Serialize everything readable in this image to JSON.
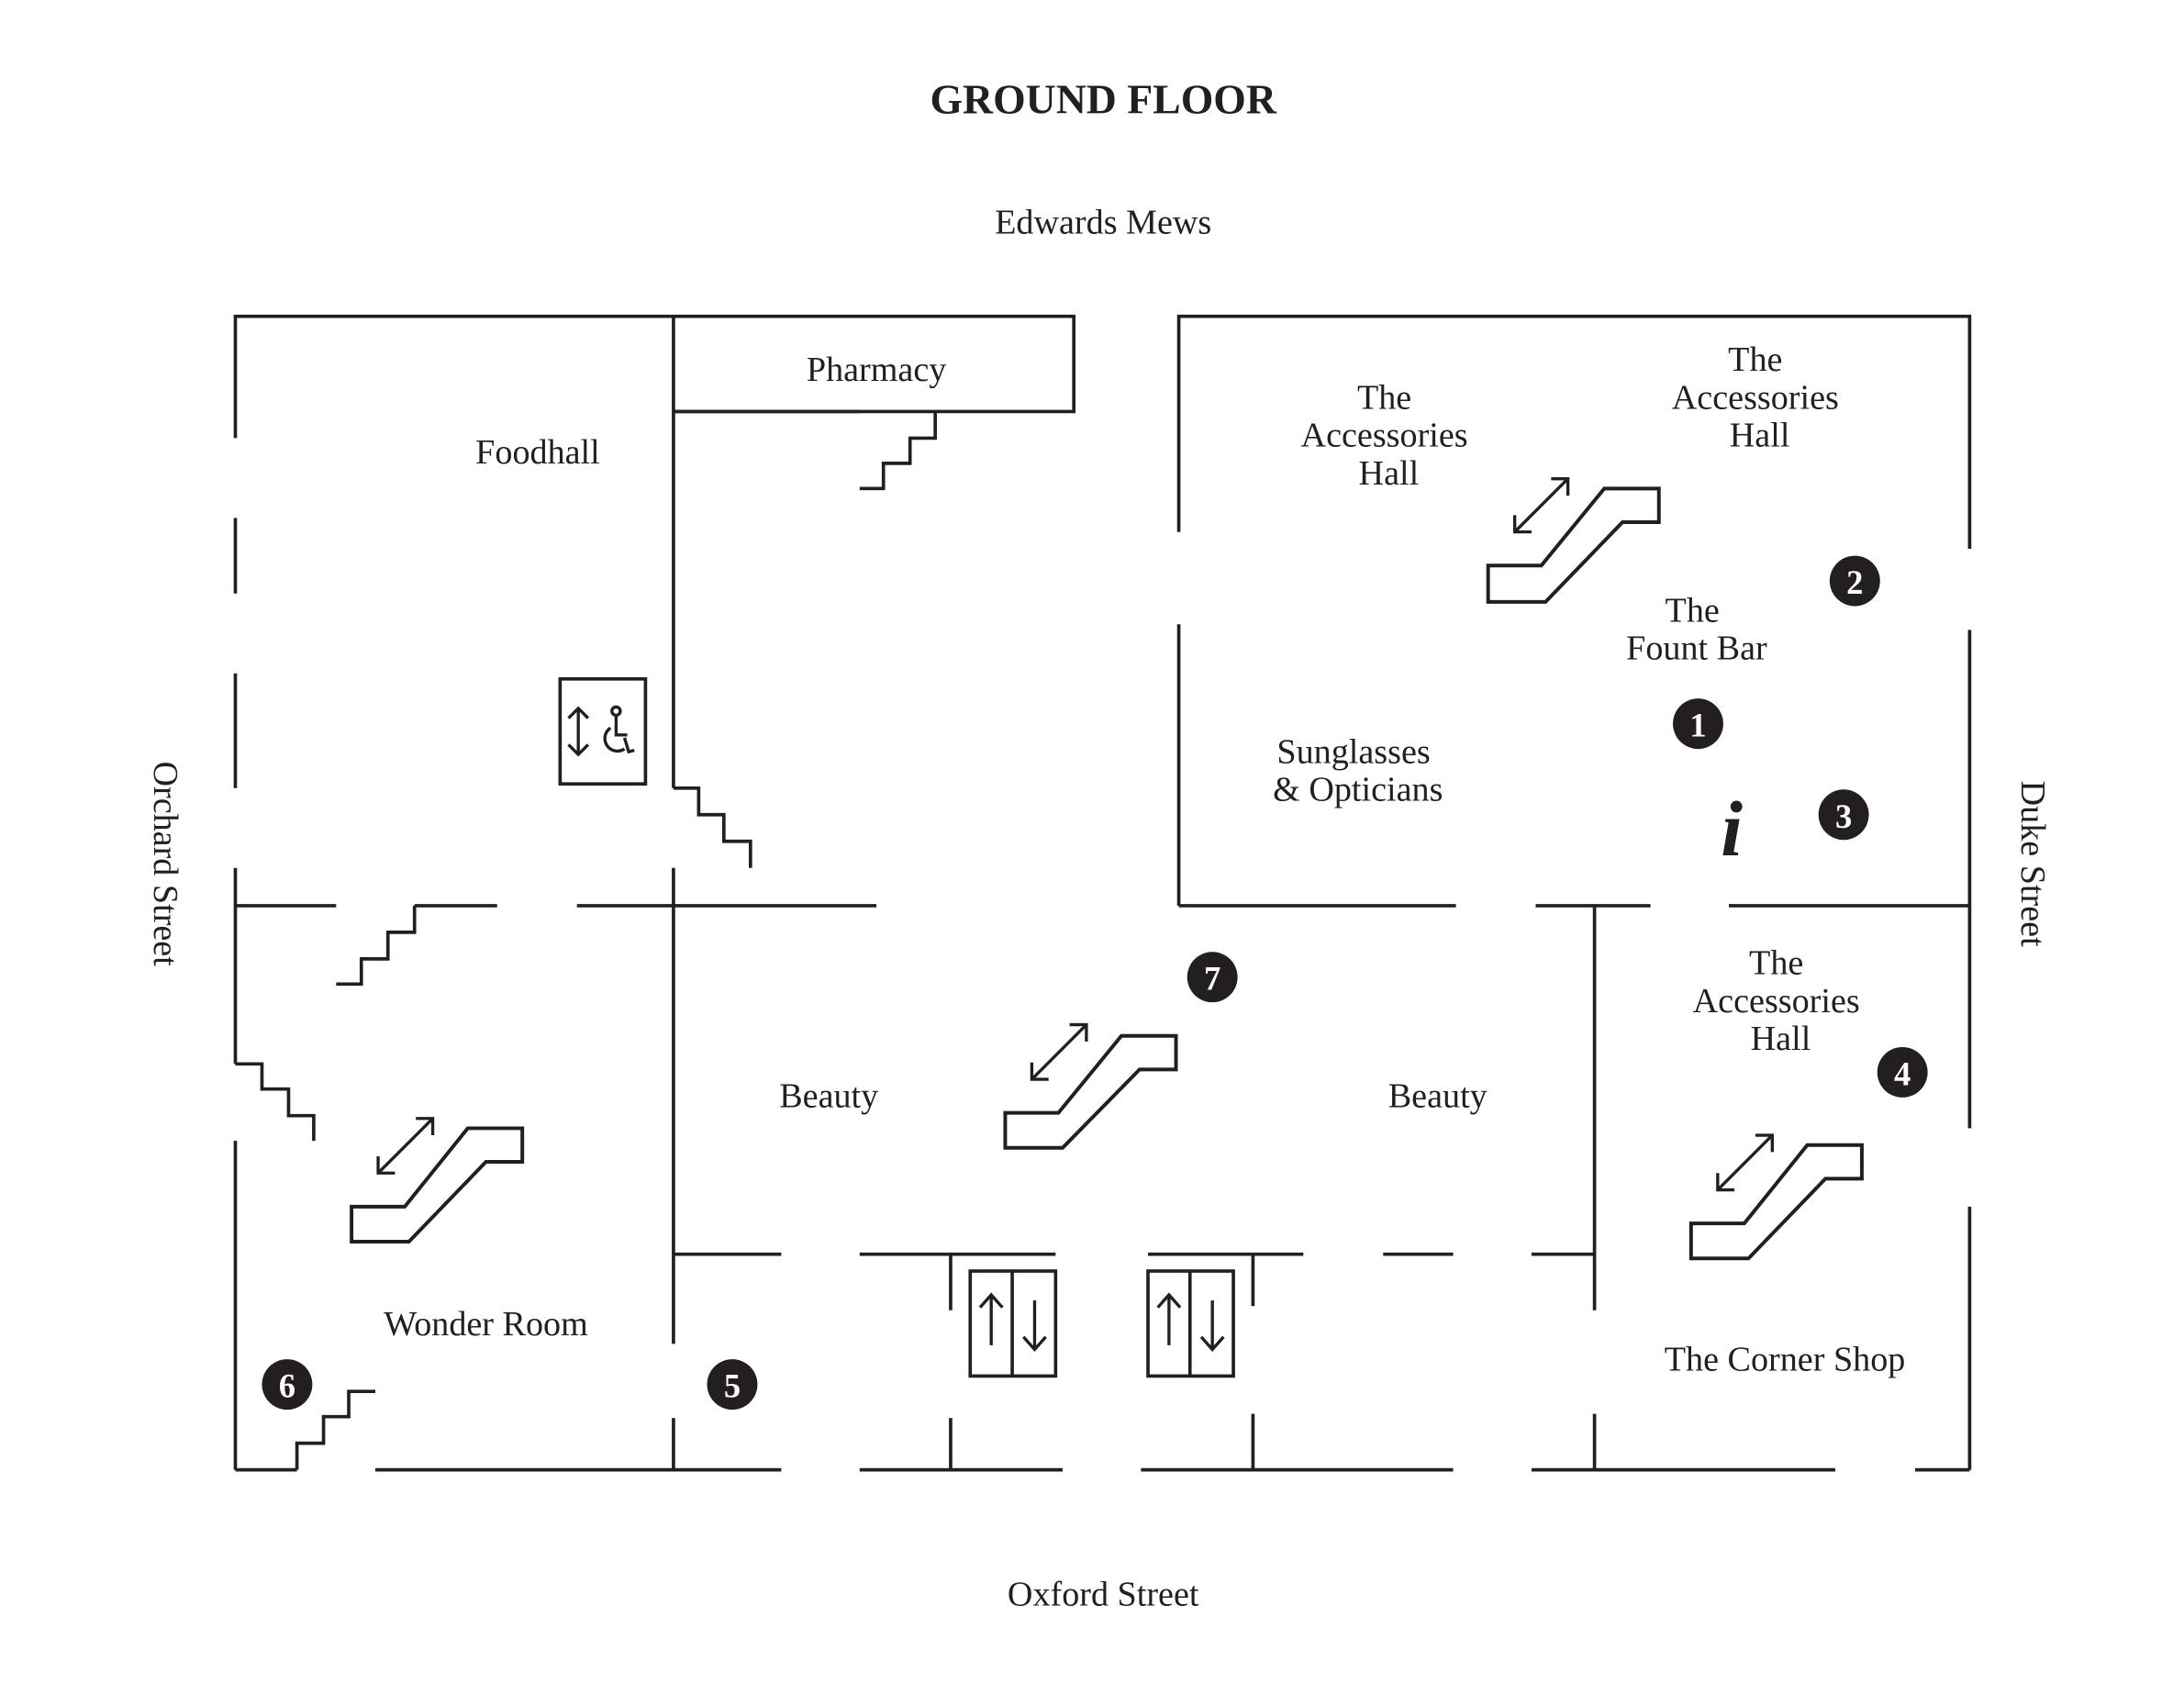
{
  "title": "GROUND FLOOR",
  "streets": {
    "north": "Edwards Mews",
    "south": "Oxford Street",
    "west": "Orchard Street",
    "east": "Duke Street"
  },
  "departments": {
    "pharmacy": "Pharmacy",
    "foodhall": "Foodhall",
    "accessories_hall_1": [
      "The",
      "Accessories",
      "Hall"
    ],
    "accessories_hall_2": [
      "The",
      "Accessories",
      "Hall"
    ],
    "accessories_hall_3": [
      "The",
      "Accessories",
      "Hall"
    ],
    "fount_bar": [
      "The",
      "Fount Bar"
    ],
    "sunglasses": [
      "Sunglasses",
      "& Opticians"
    ],
    "beauty_left": "Beauty",
    "beauty_right": "Beauty",
    "wonder_room": "Wonder Room",
    "corner_shop": "The Corner Shop"
  },
  "markers": [
    "1",
    "2",
    "3",
    "4",
    "5",
    "6",
    "7"
  ],
  "info_symbol": "i",
  "icons": {
    "accessible_lift": "accessible-lift-icon",
    "lift": "lift-icon",
    "escalator": "escalator-icon",
    "stairs": "stairs-icon",
    "information": "information-icon"
  }
}
